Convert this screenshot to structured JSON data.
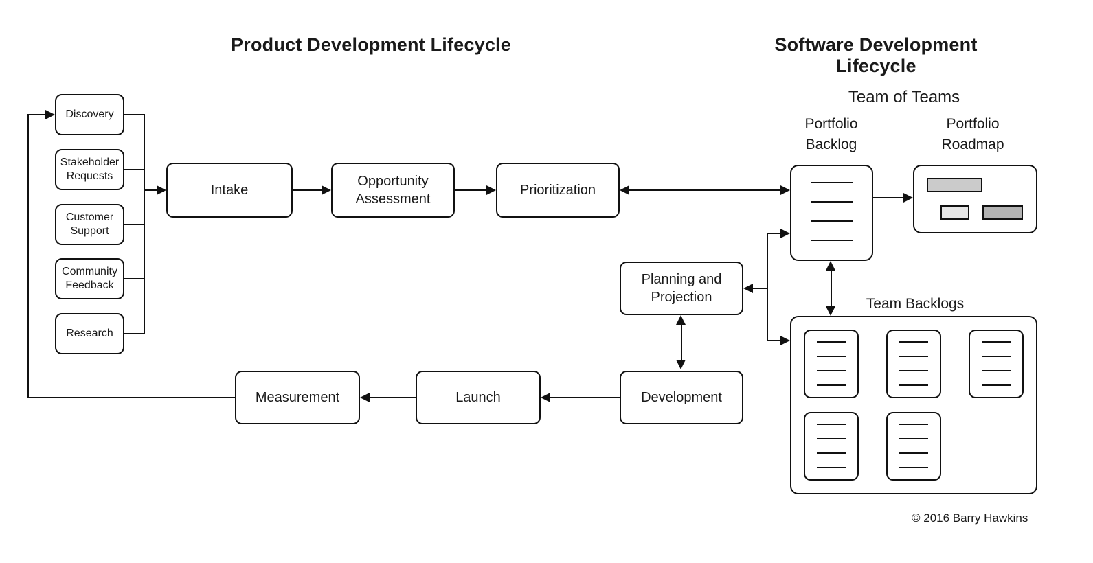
{
  "titles": {
    "product": "Product Development Lifecycle",
    "software": "Software Development Lifecycle"
  },
  "sources": [
    "Discovery",
    "Stakeholder Requests",
    "Customer Support",
    "Community Feedback",
    "Research"
  ],
  "nodes": {
    "intake": "Intake",
    "opportunity_assessment": "Opportunity Assessment",
    "prioritization": "Prioritization",
    "planning": "Planning and Projection",
    "development": "Development",
    "launch": "Launch",
    "measurement": "Measurement"
  },
  "team_of_teams": {
    "heading": "Team of Teams",
    "portfolio_backlog_label": "Portfolio\nBacklog",
    "portfolio_roadmap_label": "Portfolio\nRoadmap",
    "team_backlogs_label": "Team Backlogs"
  },
  "copyright": "© 2016 Barry Hawkins",
  "colors": {
    "line": "#111111",
    "box_border": "#111111",
    "roadmap_bar_top": "#cbcbcb",
    "roadmap_bar_bottom_left": "#e6e6e6",
    "roadmap_bar_bottom_right": "#b3b3b3"
  }
}
